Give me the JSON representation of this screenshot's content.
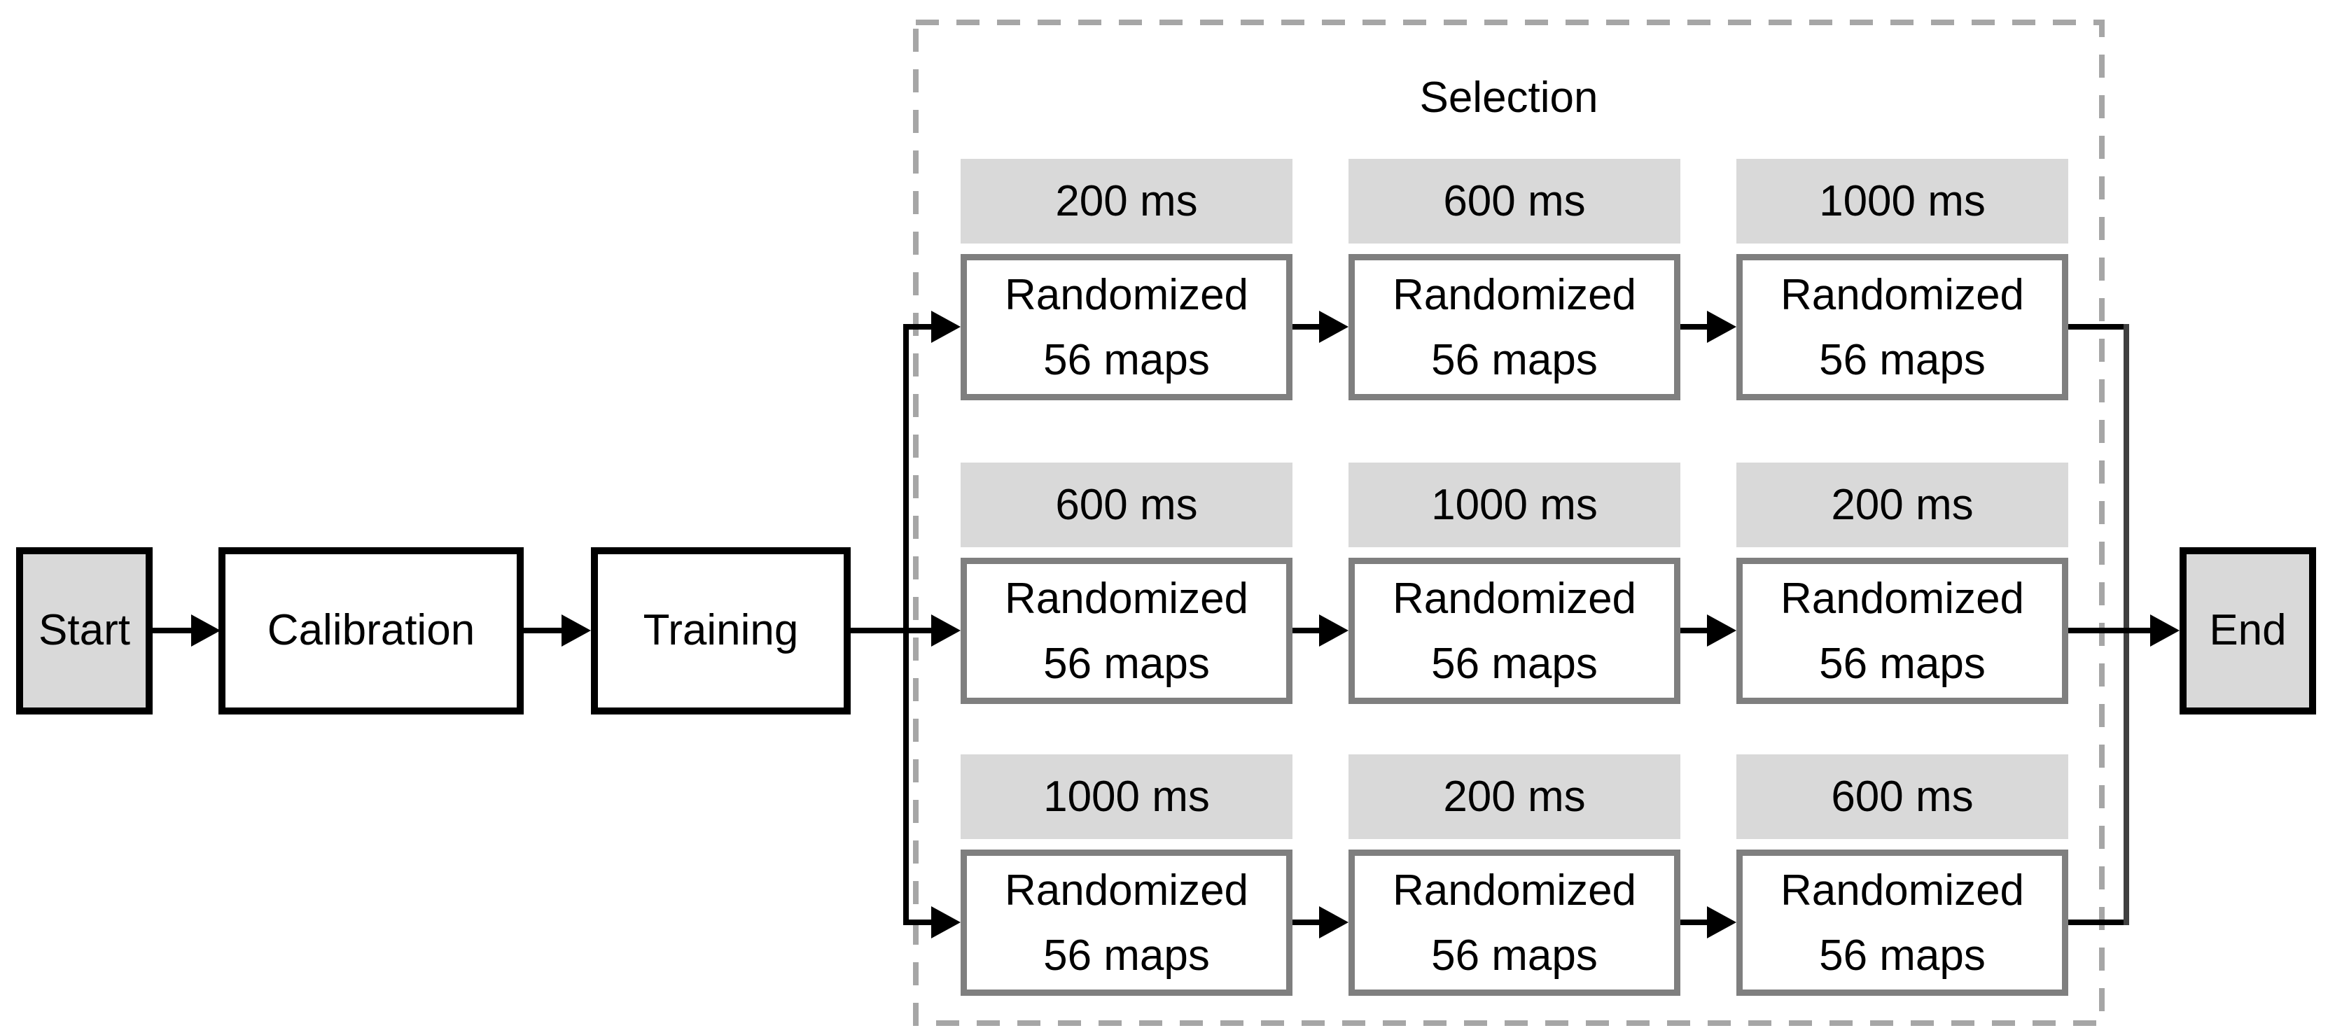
{
  "nodes": {
    "start": {
      "label": "Start"
    },
    "calibration": {
      "label": "Calibration"
    },
    "training": {
      "label": "Training"
    },
    "end": {
      "label": "End"
    }
  },
  "selection": {
    "title": "Selection",
    "rows": [
      {
        "steps": [
          {
            "duration": "200 ms",
            "line1": "Randomized",
            "line2": "56 maps"
          },
          {
            "duration": "600 ms",
            "line1": "Randomized",
            "line2": "56 maps"
          },
          {
            "duration": "1000 ms",
            "line1": "Randomized",
            "line2": "56 maps"
          }
        ]
      },
      {
        "steps": [
          {
            "duration": "600 ms",
            "line1": "Randomized",
            "line2": "56 maps"
          },
          {
            "duration": "1000 ms",
            "line1": "Randomized",
            "line2": "56 maps"
          },
          {
            "duration": "200 ms",
            "line1": "Randomized",
            "line2": "56 maps"
          }
        ]
      },
      {
        "steps": [
          {
            "duration": "1000 ms",
            "line1": "Randomized",
            "line2": "56 maps"
          },
          {
            "duration": "200 ms",
            "line1": "Randomized",
            "line2": "56 maps"
          },
          {
            "duration": "600 ms",
            "line1": "Randomized",
            "line2": "56 maps"
          }
        ]
      }
    ]
  },
  "colors": {
    "line": "#000000",
    "collector": "#404040",
    "node_fill_gray": "#d9d9d9",
    "header_fill": "#d9d9d9",
    "box_border_gray": "#7f7f7f",
    "dashed_border": "#a6a6a6",
    "text": "#000000",
    "bg": "#ffffff"
  }
}
